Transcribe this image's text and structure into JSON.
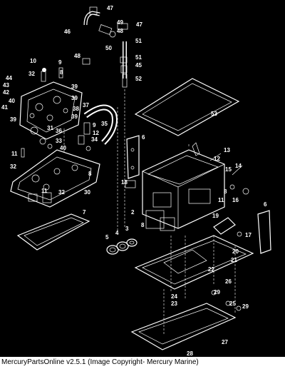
{
  "caption": "MercuryPartsOnline v2.5.1 (Image Copyright- Mercury Marine)",
  "callouts": [
    {
      "id": "c47a",
      "text": "47"
    },
    {
      "id": "c46",
      "text": "46"
    },
    {
      "id": "c49",
      "text": "49"
    },
    {
      "id": "c48a",
      "text": "48"
    },
    {
      "id": "c47b",
      "text": "47"
    },
    {
      "id": "c50",
      "text": "50"
    },
    {
      "id": "c51a",
      "text": "51"
    },
    {
      "id": "c48b",
      "text": "48"
    },
    {
      "id": "c51b",
      "text": "51"
    },
    {
      "id": "c45",
      "text": "45"
    },
    {
      "id": "c52",
      "text": "52"
    },
    {
      "id": "c10",
      "text": "10"
    },
    {
      "id": "c9a",
      "text": "9"
    },
    {
      "id": "c44",
      "text": "44"
    },
    {
      "id": "c43",
      "text": "43"
    },
    {
      "id": "c42",
      "text": "42"
    },
    {
      "id": "c32a",
      "text": "32"
    },
    {
      "id": "c8a",
      "text": "8"
    },
    {
      "id": "c39a",
      "text": "39"
    },
    {
      "id": "c40a",
      "text": "40"
    },
    {
      "id": "c39b",
      "text": "39"
    },
    {
      "id": "c41",
      "text": "41"
    },
    {
      "id": "c37",
      "text": "37"
    },
    {
      "id": "c38",
      "text": "38"
    },
    {
      "id": "c39c",
      "text": "39"
    },
    {
      "id": "c39d",
      "text": "39"
    },
    {
      "id": "c53",
      "text": "53"
    },
    {
      "id": "c31",
      "text": "31"
    },
    {
      "id": "c35",
      "text": "35"
    },
    {
      "id": "c9b",
      "text": "9"
    },
    {
      "id": "c36",
      "text": "36"
    },
    {
      "id": "c12a",
      "text": "12"
    },
    {
      "id": "c33",
      "text": "33"
    },
    {
      "id": "c34",
      "text": "34"
    },
    {
      "id": "c40b",
      "text": "40"
    },
    {
      "id": "c6a",
      "text": "6"
    },
    {
      "id": "c11a",
      "text": "11"
    },
    {
      "id": "c32b",
      "text": "32"
    },
    {
      "id": "c8b",
      "text": "8"
    },
    {
      "id": "c11b",
      "text": "11"
    },
    {
      "id": "c32c",
      "text": "32"
    },
    {
      "id": "c30",
      "text": "30"
    },
    {
      "id": "c13",
      "text": "13"
    },
    {
      "id": "c12b",
      "text": "12"
    },
    {
      "id": "c14",
      "text": "14"
    },
    {
      "id": "c15",
      "text": "15"
    },
    {
      "id": "c18",
      "text": "18"
    },
    {
      "id": "c16",
      "text": "16"
    },
    {
      "id": "c8c",
      "text": "8"
    },
    {
      "id": "c11c",
      "text": "11"
    },
    {
      "id": "c2",
      "text": "2"
    },
    {
      "id": "c7",
      "text": "7"
    },
    {
      "id": "c6b",
      "text": "6"
    },
    {
      "id": "c8d",
      "text": "8"
    },
    {
      "id": "c5",
      "text": "5"
    },
    {
      "id": "c4",
      "text": "4"
    },
    {
      "id": "c3",
      "text": "3"
    },
    {
      "id": "c19",
      "text": "19"
    },
    {
      "id": "c17",
      "text": "17"
    },
    {
      "id": "c20",
      "text": "20"
    },
    {
      "id": "c21",
      "text": "21"
    },
    {
      "id": "c22",
      "text": "22"
    },
    {
      "id": "c26",
      "text": "26"
    },
    {
      "id": "c24",
      "text": "24"
    },
    {
      "id": "c23",
      "text": "23"
    },
    {
      "id": "c29a",
      "text": "29"
    },
    {
      "id": "c25",
      "text": "25"
    },
    {
      "id": "c29b",
      "text": "29"
    },
    {
      "id": "c27",
      "text": "27"
    },
    {
      "id": "c28",
      "text": "28"
    }
  ]
}
